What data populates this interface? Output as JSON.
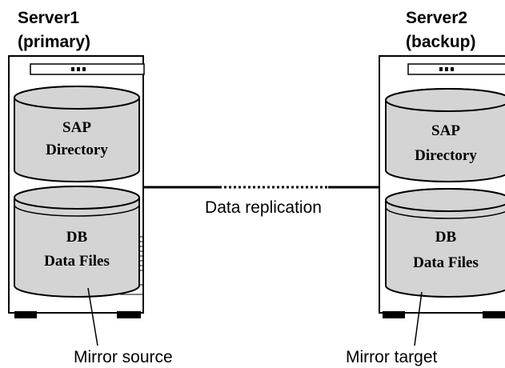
{
  "server1": {
    "title": "Server1",
    "role": "(primary)",
    "disk_top": {
      "line1": "SAP",
      "line2": "Directory"
    },
    "disk_bottom": {
      "line1": "DB",
      "line2": "Data Files"
    }
  },
  "server2": {
    "title": "Server2",
    "role": "(backup)",
    "disk_top": {
      "line1": "SAP",
      "line2": "Directory"
    },
    "disk_bottom": {
      "line1": "DB",
      "line2": "Data Files"
    }
  },
  "link": {
    "label": "Data replication"
  },
  "callouts": {
    "source": "Mirror source",
    "target": "Mirror target"
  },
  "colors": {
    "disk_fill": "#d4d4d4",
    "stroke": "#000000",
    "background": "#ffffff"
  }
}
